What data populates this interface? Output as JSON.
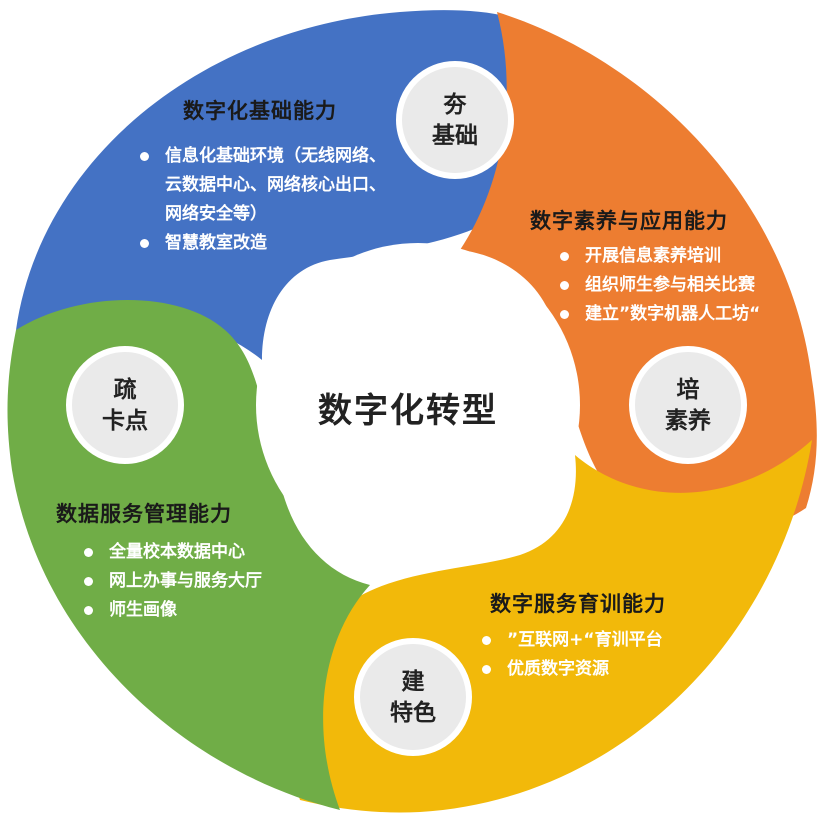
{
  "center": {
    "title": "数字化转型"
  },
  "quadrants": {
    "blue": {
      "color": "#4472c4",
      "badge_line1": "夯",
      "badge_line2": "基础",
      "title": "数字化基础能力",
      "items": [
        "信息化基础环境（无线网络、云数据中心、网络核心出口、网络安全等）",
        "智慧教室改造"
      ]
    },
    "orange": {
      "color": "#ed7d31",
      "badge_line1": "培",
      "badge_line2": "素养",
      "title": "数字素养与应用能力",
      "items": [
        "开展信息素养培训",
        "组织师生参与相关比赛",
        "建立”数字机器人工坊“"
      ]
    },
    "yellow": {
      "color": "#f2b90a",
      "badge_line1": "建",
      "badge_line2": "特色",
      "title": "数字服务育训能力",
      "items": [
        "”互联网+“育训平台",
        "优质数字资源"
      ]
    },
    "green": {
      "color": "#70ad47",
      "badge_line1": "疏",
      "badge_line2": "卡点",
      "title": "数据服务管理能力",
      "items": [
        "全量校本数据中心",
        "网上办事与服务大厅",
        "师生画像"
      ]
    }
  }
}
